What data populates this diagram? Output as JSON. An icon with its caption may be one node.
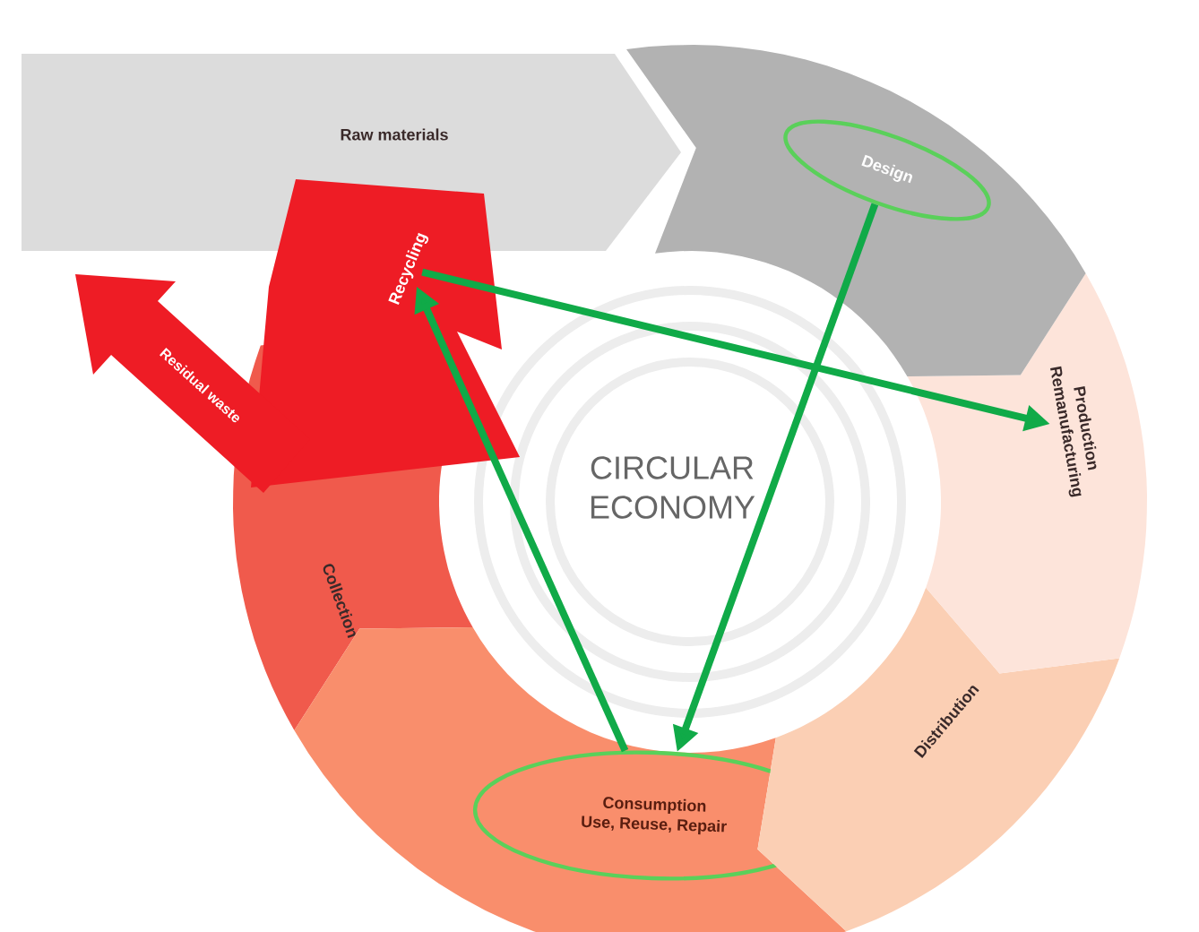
{
  "diagram": {
    "nodes": [
      {
        "text": [
          "Raw materials"
        ]
      },
      {
        "text": [
          "Design"
        ]
      },
      {
        "text": [
          "Production Remanufacturing"
        ]
      },
      {
        "text": [
          "Distribution"
        ]
      },
      {
        "text": [
          "Consumption",
          "Use, Reuse, Repair"
        ]
      },
      {
        "text": [
          "Collection"
        ]
      },
      {
        "text": [
          "Recycling"
        ]
      },
      {
        "text": [
          "Residual waste"
        ]
      }
    ],
    "edges": [
      {
        "from": 6,
        "to": 2,
        "arrow": "to"
      },
      {
        "from": 1,
        "to": 4,
        "arrow": "to"
      },
      {
        "from": 4,
        "to": 6,
        "arrow": "to"
      }
    ],
    "labels": [
      "CIRCULAR ECONOMY"
    ]
  }
}
